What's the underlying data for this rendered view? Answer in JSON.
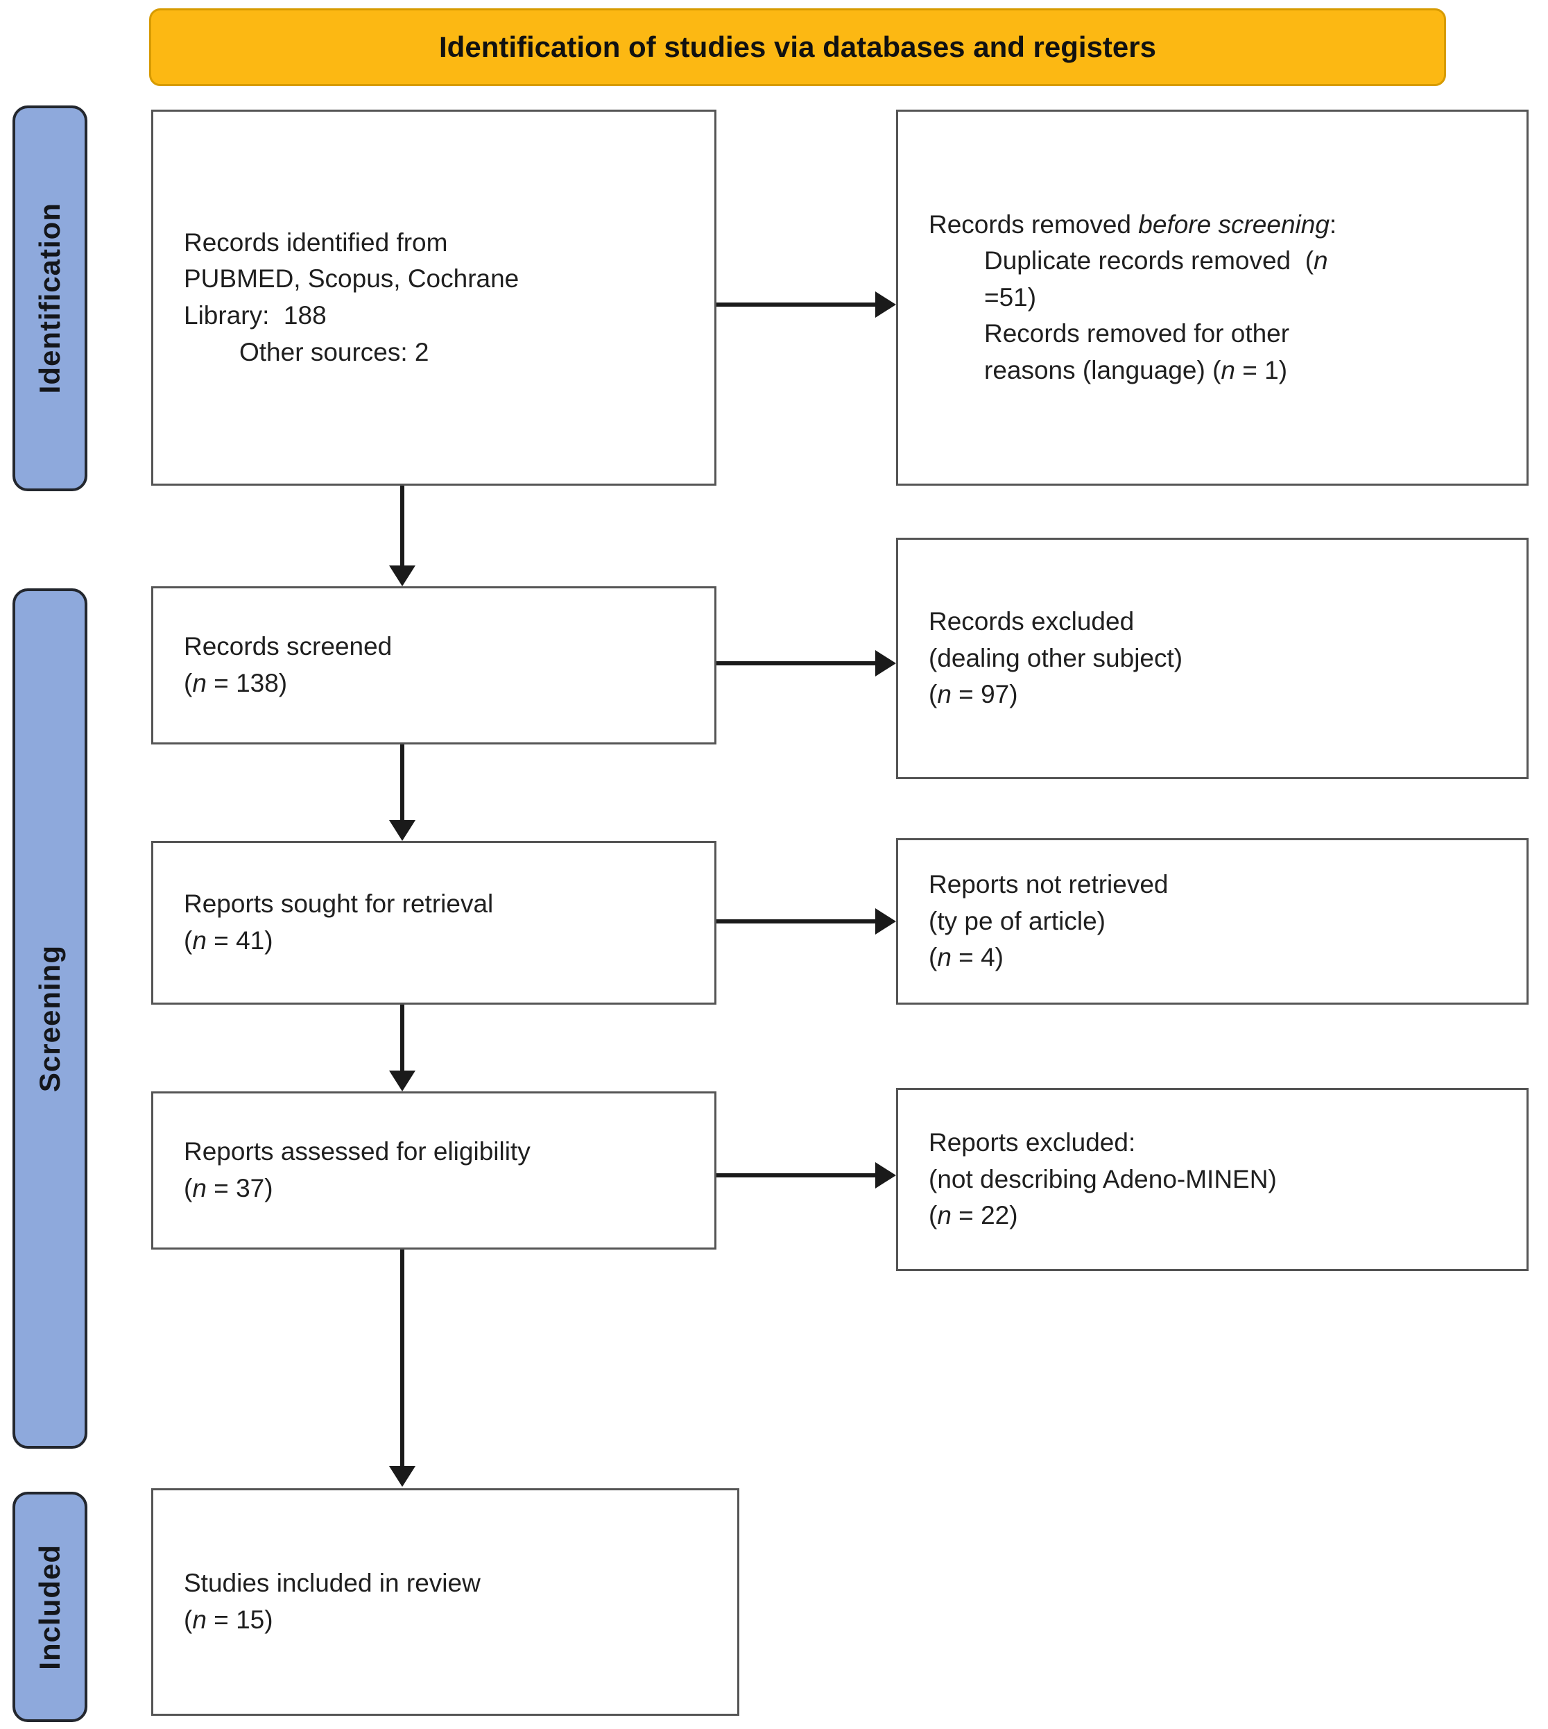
{
  "banner": {
    "title": "Identification of studies via databases and registers"
  },
  "stage_labels": {
    "identification": "Identification",
    "screening": "Screening",
    "included": "Included"
  },
  "colors": {
    "banner_bg": "#FCB813",
    "banner_border": "#D79B00",
    "stage_bg": "#8EA9DC",
    "stage_border": "#23272E",
    "box_border": "#555555",
    "arrow": "#1A1A1A"
  },
  "boxes": {
    "records_identified": {
      "lines": [
        {
          "seg": [
            {
              "t": "Records identified from"
            }
          ]
        },
        {
          "seg": [
            {
              "t": "PUBMED, Scopus, Cochrane"
            }
          ]
        },
        {
          "seg": [
            {
              "t": "Library:  188"
            }
          ]
        },
        {
          "ind": 1,
          "seg": [
            {
              "t": "Other sources: 2"
            }
          ]
        }
      ]
    },
    "records_removed": {
      "lines": [
        {
          "seg": [
            {
              "t": "Records removed "
            },
            {
              "t": "before screening",
              "em": true
            },
            {
              "t": ":"
            }
          ]
        },
        {
          "ind": 1,
          "seg": [
            {
              "t": "Duplicate records removed  ("
            },
            {
              "t": "n",
              "em": true
            }
          ]
        },
        {
          "ind": 1,
          "seg": [
            {
              "t": "=51)"
            }
          ]
        },
        {
          "ind": 1,
          "seg": [
            {
              "t": "Records removed for other"
            }
          ]
        },
        {
          "ind": 1,
          "seg": [
            {
              "t": "reasons (language) ("
            },
            {
              "t": "n",
              "em": true
            },
            {
              "t": " = 1)"
            }
          ]
        }
      ]
    },
    "records_screened": {
      "lines": [
        {
          "seg": [
            {
              "t": "Records screened"
            }
          ]
        },
        {
          "seg": [
            {
              "t": "("
            },
            {
              "t": "n",
              "em": true
            },
            {
              "t": " = 138)"
            }
          ]
        }
      ]
    },
    "records_excluded": {
      "lines": [
        {
          "seg": [
            {
              "t": "Records excluded"
            }
          ]
        },
        {
          "seg": [
            {
              "t": "(dealing other subject)"
            }
          ]
        },
        {
          "seg": [
            {
              "t": "("
            },
            {
              "t": "n",
              "em": true
            },
            {
              "t": " = 97)"
            }
          ]
        }
      ]
    },
    "reports_sought": {
      "lines": [
        {
          "seg": [
            {
              "t": "Reports sought for retrieval"
            }
          ]
        },
        {
          "seg": [
            {
              "t": "("
            },
            {
              "t": "n",
              "em": true
            },
            {
              "t": " = 41)"
            }
          ]
        }
      ]
    },
    "reports_not_retrieved": {
      "lines": [
        {
          "seg": [
            {
              "t": "Reports not retrieved"
            }
          ]
        },
        {
          "seg": [
            {
              "t": "(ty pe of article)"
            }
          ]
        },
        {
          "seg": [
            {
              "t": "("
            },
            {
              "t": "n",
              "em": true
            },
            {
              "t": " = 4)"
            }
          ]
        }
      ]
    },
    "reports_assessed": {
      "lines": [
        {
          "seg": [
            {
              "t": "Reports assessed for eligibility"
            }
          ]
        },
        {
          "seg": [
            {
              "t": "("
            },
            {
              "t": "n",
              "em": true
            },
            {
              "t": " = 37)"
            }
          ]
        }
      ]
    },
    "reports_excluded": {
      "lines": [
        {
          "seg": [
            {
              "t": "Reports excluded:"
            }
          ]
        },
        {
          "seg": [
            {
              "t": "(not describing Adeno-MINEN)"
            }
          ]
        },
        {
          "seg": [
            {
              "t": "("
            },
            {
              "t": "n",
              "em": true
            },
            {
              "t": " = 22)"
            }
          ]
        }
      ]
    },
    "studies_included": {
      "lines": [
        {
          "seg": [
            {
              "t": "Studies included in review"
            }
          ]
        },
        {
          "seg": [
            {
              "t": "("
            },
            {
              "t": "n",
              "em": true
            },
            {
              "t": " = 15)"
            }
          ]
        }
      ]
    }
  }
}
